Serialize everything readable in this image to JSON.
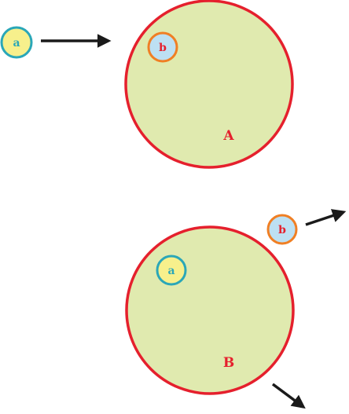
{
  "colors": {
    "cell_fill": "#e0eaaf",
    "cell_stroke": "#e5202d",
    "cell_label": "#e5202d",
    "particle_a_fill": "#f7f08c",
    "particle_a_stroke": "#2aa7b8",
    "particle_a_label": "#2aa7b8",
    "particle_b_fill": "#bde0f3",
    "particle_b_stroke": "#f07f24",
    "particle_b_label": "#e5202d",
    "arrow": "#1a1a1a"
  },
  "top_scene": {
    "cell_label": "A",
    "outside_particle_label": "a",
    "inside_particle_label": "b"
  },
  "bottom_scene": {
    "cell_label": "B",
    "inside_particle_label": "a",
    "outside_particle_label": "b"
  }
}
